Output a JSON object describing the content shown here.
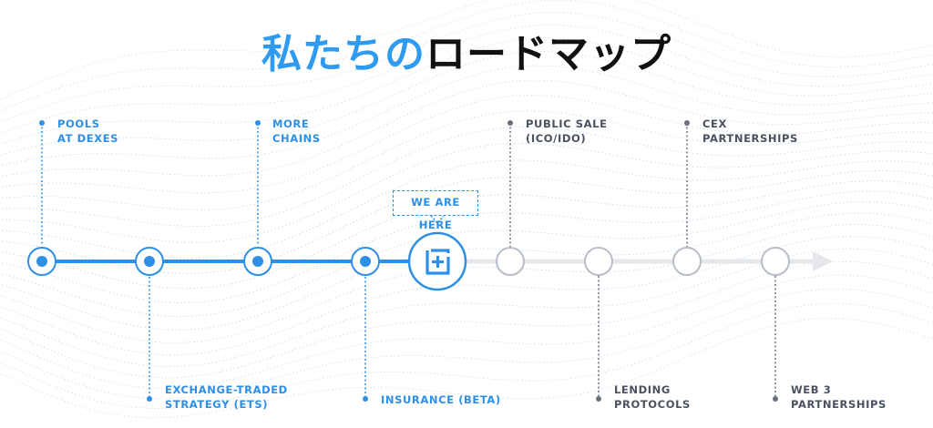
{
  "title": {
    "highlight": "私たちの",
    "rest": "ロードマップ"
  },
  "current_marker": {
    "label": "WE ARE HERE",
    "icon": "plus-square-icon"
  },
  "colors": {
    "accent": "#2e8fe6",
    "inactive": "#c9cdd3",
    "arrow": "#e5e7ea",
    "text_dark": "#4a5160"
  },
  "milestones": [
    {
      "label": "POOLS\nAT DEXES",
      "status": "done"
    },
    {
      "label": "EXCHANGE-TRADED\nSTRATEGY (ETS)",
      "status": "done"
    },
    {
      "label": "MORE\nCHAINS",
      "status": "done"
    },
    {
      "label": "INSURANCE (BETA)",
      "status": "done"
    },
    {
      "label": "PUBLIC SALE\n(ICO/IDO)",
      "status": "upcoming"
    },
    {
      "label": "LENDING\nPROTOCOLS",
      "status": "upcoming"
    },
    {
      "label": "CEX\nPARTNERSHIPS",
      "status": "upcoming"
    },
    {
      "label": "WEB 3\nPARTNERSHIPS",
      "status": "upcoming"
    }
  ]
}
